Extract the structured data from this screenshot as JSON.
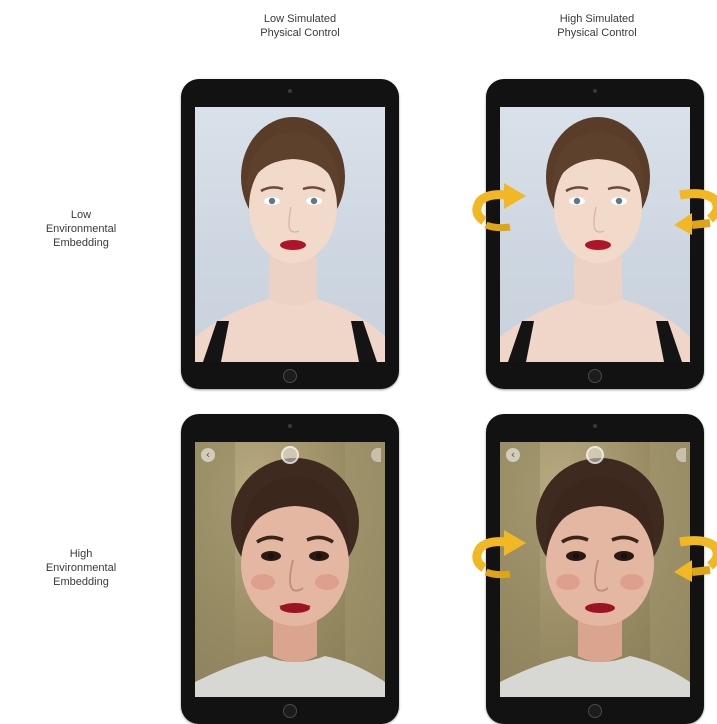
{
  "columns": {
    "low_physical_control": "Low Simulated\nPhysical Control",
    "high_physical_control": "High Simulated\nPhysical Control"
  },
  "rows": {
    "low_environmental_embedding": "Low\nEnvironmental\nEmbedding",
    "high_environmental_embedding": "High\nEnvironmental\nEmbedding"
  },
  "icons": {
    "rotation_arrow": "rotate-arrow-icon",
    "back_button": "chevron-left-icon",
    "camera_ring": "camera-shutter-icon"
  },
  "colors": {
    "rotation_arrow": "#f2b824",
    "tablet_frame": "#121212",
    "studio_background": "#d3dbe4",
    "room_background": "#9c8f66",
    "lipstick": "#b0142a"
  },
  "ui_glyphs": {
    "back": "‹"
  }
}
